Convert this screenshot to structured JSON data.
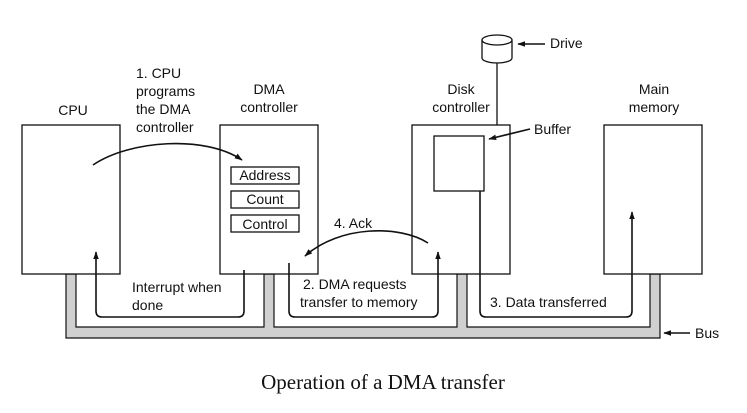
{
  "caption": "Operation of a DMA transfer",
  "colors": {
    "bus_fill": "#d0d0d0",
    "stroke": "#111111",
    "background": "#ffffff"
  },
  "components": {
    "cpu": "CPU",
    "dma_controller": [
      "DMA",
      "controller"
    ],
    "disk_controller": [
      "Disk",
      "controller"
    ],
    "main_memory": [
      "Main",
      "memory"
    ],
    "drive": "Drive",
    "buffer": "Buffer",
    "bus": "Bus"
  },
  "dma_registers": [
    "Address",
    "Count",
    "Control"
  ],
  "steps": {
    "step1": [
      "1. CPU",
      "programs",
      "the DMA",
      "controller"
    ],
    "step2": [
      "2. DMA requests",
      "transfer to memory"
    ],
    "step3": "3. Data transferred",
    "step4": "4. Ack",
    "interrupt": [
      "Interrupt when",
      "done"
    ]
  }
}
